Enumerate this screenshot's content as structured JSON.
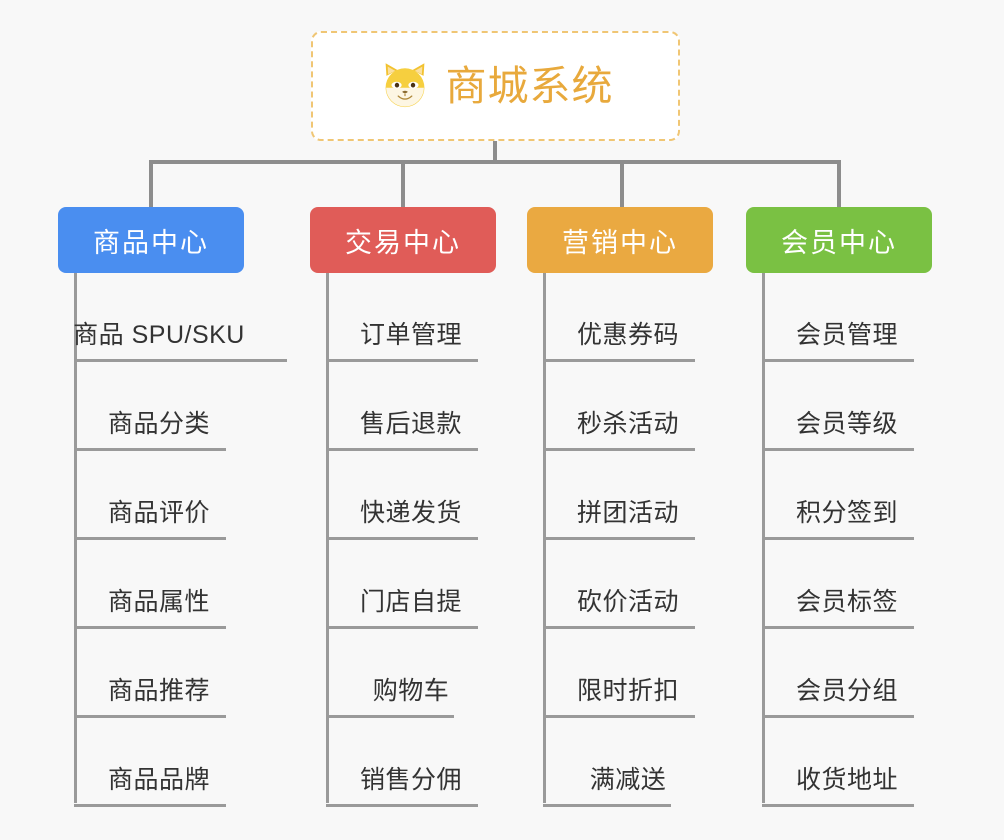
{
  "canvas": {
    "background_color": "#f8f8f8",
    "connector_color": "#8d8d8d"
  },
  "root": {
    "title": "商城系统",
    "icon": "shiba-inu-dog-face-emoji",
    "border_color": "#f0c674",
    "text_color": "#e8a93c",
    "background_color": "#ffffff"
  },
  "branches": [
    {
      "label": "商品中心",
      "color": "#4a8ef0",
      "items": [
        "商品 SPU/SKU",
        "商品分类",
        "商品评价",
        "商品属性",
        "商品推荐",
        "商品品牌"
      ]
    },
    {
      "label": "交易中心",
      "color": "#e05c58",
      "items": [
        "订单管理",
        "售后退款",
        "快递发货",
        "门店自提",
        "购物车",
        "销售分佣"
      ]
    },
    {
      "label": "营销中心",
      "color": "#eaa941",
      "items": [
        "优惠券码",
        "秒杀活动",
        "拼团活动",
        "砍价活动",
        "限时折扣",
        "满减送"
      ]
    },
    {
      "label": "会员中心",
      "color": "#7ac143",
      "items": [
        "会员管理",
        "会员等级",
        "积分签到",
        "会员标签",
        "会员分组",
        "收货地址"
      ]
    }
  ]
}
